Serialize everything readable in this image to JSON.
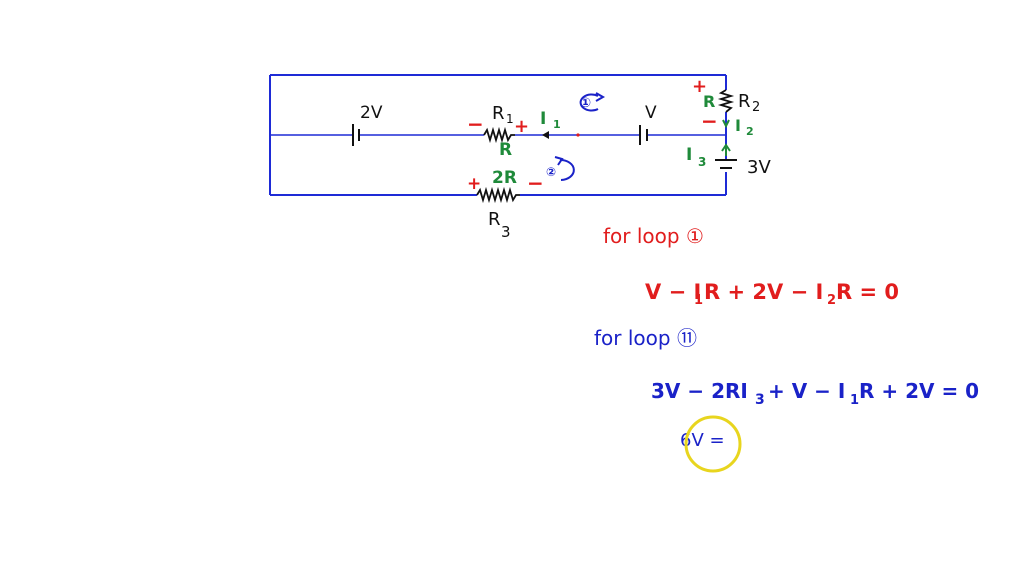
{
  "colors": {
    "wire": "#1e2bd6",
    "ink_black": "#111111",
    "ink_red": "#e11d1d",
    "ink_green": "#1f8a3a",
    "ink_blue": "#1a22c8",
    "cursor_ring": "#e8d51e"
  },
  "circuit": {
    "battery_left": "2V",
    "battery_middle": "V",
    "battery_right": "3V",
    "r1_name": "R",
    "r1_sub": "1",
    "r1_value": "R",
    "r1_minus": "−",
    "r1_plus": "+",
    "i1_name": "I",
    "i1_sub": "1",
    "r2_name": "R",
    "r2_sub": "2",
    "r2_value": "R",
    "r2_plus": "+",
    "r2_minus": "−",
    "i2_name": "I",
    "i2_sub": "2",
    "i3_name": "I",
    "i3_sub": "3",
    "r3_name": "R",
    "r3_sub": "3",
    "r3_value": "2R",
    "r3_plus": "+",
    "r3_minus": "−",
    "loop1_marker": "①",
    "loop2_marker": "②"
  },
  "equations": {
    "loop1_heading": "for loop ①",
    "loop1_eq_a": "V − I",
    "loop1_eq_a_sub": "1",
    "loop1_eq_b": "R + 2V − I",
    "loop1_eq_b_sub": "2",
    "loop1_eq_c": "R = 0",
    "loop2_heading": "for loop ⑪",
    "loop2_eq_a": "3V − 2RI",
    "loop2_eq_a_sub": "3",
    "loop2_eq_b": "+ V − I",
    "loop2_eq_b_sub": "1",
    "loop2_eq_c": "R + 2V = 0",
    "partial_line": "6V ="
  }
}
